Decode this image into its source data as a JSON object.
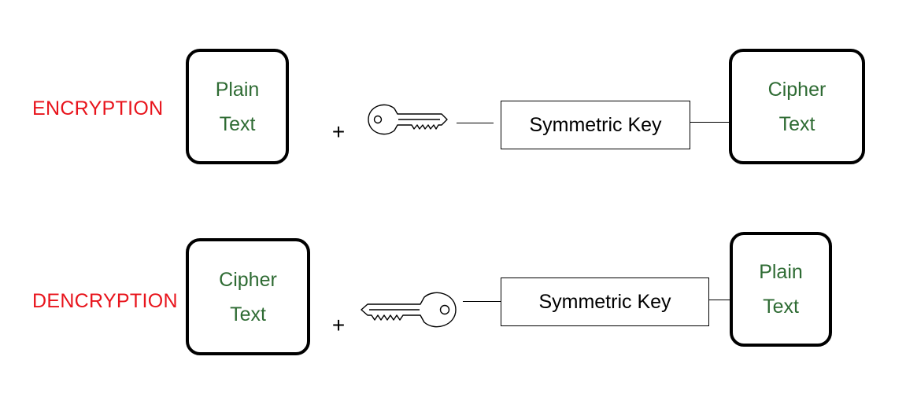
{
  "colors": {
    "row_label": "#e8141c",
    "box_text": "#2e6b33",
    "stroke": "#000000"
  },
  "encryption": {
    "label": "ENCRYPTION",
    "input": {
      "line1": "Plain",
      "line2": "Text"
    },
    "operator": "+",
    "key_icon": "key-icon",
    "key_box": "Symmetric Key",
    "output": {
      "line1": "Cipher",
      "line2": "Text"
    }
  },
  "decryption": {
    "label": "DENCRYPTION",
    "input": {
      "line1": "Cipher",
      "line2": "Text"
    },
    "operator": "+",
    "key_icon": "key-icon",
    "key_box": "Symmetric Key",
    "output": {
      "line1": "Plain",
      "line2": "Text"
    }
  }
}
